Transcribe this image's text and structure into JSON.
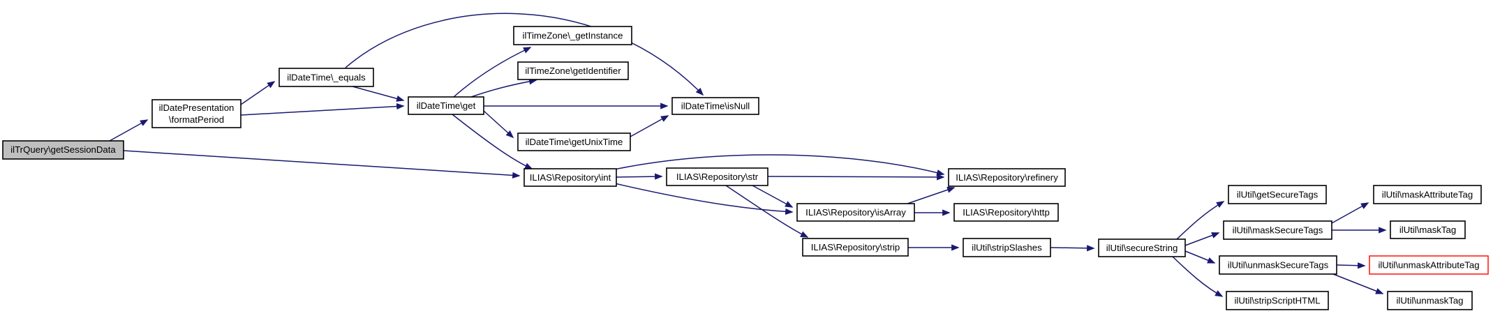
{
  "diagram": {
    "kind": "doxygen-call-graph",
    "edge_color": "#191970",
    "node_border_color": "#000000",
    "root_fill": "#bfbfbf",
    "highlight_border_color": "#ff2116",
    "nodes": [
      {
        "id": "getSessionData",
        "label": "ilTrQuery\\getSessionData",
        "role": "root"
      },
      {
        "id": "formatPeriod",
        "label": "ilDatePresentation\\formatPeriod",
        "lines": [
          "ilDatePresentation",
          "\\formatPeriod"
        ]
      },
      {
        "id": "equals",
        "label": "ilDateTime\\_equals"
      },
      {
        "id": "get",
        "label": "ilDateTime\\get"
      },
      {
        "id": "getInstance",
        "label": "ilTimeZone\\_getInstance"
      },
      {
        "id": "getIdentifier",
        "label": "ilTimeZone\\getIdentifier"
      },
      {
        "id": "isNull",
        "label": "ilDateTime\\isNull"
      },
      {
        "id": "getUnixTime",
        "label": "ilDateTime\\getUnixTime"
      },
      {
        "id": "int",
        "label": "ILIAS\\Repository\\int"
      },
      {
        "id": "str",
        "label": "ILIAS\\Repository\\str"
      },
      {
        "id": "refinery",
        "label": "ILIAS\\Repository\\refinery"
      },
      {
        "id": "isArray",
        "label": "ILIAS\\Repository\\isArray"
      },
      {
        "id": "http",
        "label": "ILIAS\\Repository\\http"
      },
      {
        "id": "strip",
        "label": "ILIAS\\Repository\\strip"
      },
      {
        "id": "stripSlashes",
        "label": "ilUtil\\stripSlashes"
      },
      {
        "id": "secureString",
        "label": "ilUtil\\secureString"
      },
      {
        "id": "getSecureTags",
        "label": "ilUtil\\getSecureTags"
      },
      {
        "id": "maskSecureTags",
        "label": "ilUtil\\maskSecureTags"
      },
      {
        "id": "unmaskSecureTags",
        "label": "ilUtil\\unmaskSecureTags"
      },
      {
        "id": "stripScriptHTML",
        "label": "ilUtil\\stripScriptHTML"
      },
      {
        "id": "maskAttributeTag",
        "label": "ilUtil\\maskAttributeTag"
      },
      {
        "id": "maskTag",
        "label": "ilUtil\\maskTag"
      },
      {
        "id": "unmaskAttributeTag",
        "label": "ilUtil\\unmaskAttributeTag",
        "role": "highlight"
      },
      {
        "id": "unmaskTag",
        "label": "ilUtil\\unmaskTag"
      }
    ],
    "edges": [
      {
        "from": "getSessionData",
        "to": "formatPeriod"
      },
      {
        "from": "getSessionData",
        "to": "int"
      },
      {
        "from": "formatPeriod",
        "to": "equals"
      },
      {
        "from": "formatPeriod",
        "to": "get"
      },
      {
        "from": "equals",
        "to": "get"
      },
      {
        "from": "equals",
        "to": "isNull"
      },
      {
        "from": "get",
        "to": "getInstance"
      },
      {
        "from": "get",
        "to": "getIdentifier"
      },
      {
        "from": "get",
        "to": "isNull"
      },
      {
        "from": "get",
        "to": "getUnixTime"
      },
      {
        "from": "get",
        "to": "int"
      },
      {
        "from": "getUnixTime",
        "to": "isNull"
      },
      {
        "from": "int",
        "to": "str"
      },
      {
        "from": "int",
        "to": "refinery"
      },
      {
        "from": "int",
        "to": "isArray"
      },
      {
        "from": "str",
        "to": "refinery"
      },
      {
        "from": "str",
        "to": "isArray"
      },
      {
        "from": "str",
        "to": "strip"
      },
      {
        "from": "isArray",
        "to": "refinery"
      },
      {
        "from": "isArray",
        "to": "http"
      },
      {
        "from": "strip",
        "to": "stripSlashes"
      },
      {
        "from": "stripSlashes",
        "to": "secureString"
      },
      {
        "from": "secureString",
        "to": "getSecureTags"
      },
      {
        "from": "secureString",
        "to": "maskSecureTags"
      },
      {
        "from": "secureString",
        "to": "unmaskSecureTags"
      },
      {
        "from": "secureString",
        "to": "stripScriptHTML"
      },
      {
        "from": "maskSecureTags",
        "to": "maskAttributeTag"
      },
      {
        "from": "maskSecureTags",
        "to": "maskTag"
      },
      {
        "from": "unmaskSecureTags",
        "to": "unmaskAttributeTag"
      },
      {
        "from": "unmaskSecureTags",
        "to": "unmaskTag"
      }
    ]
  }
}
